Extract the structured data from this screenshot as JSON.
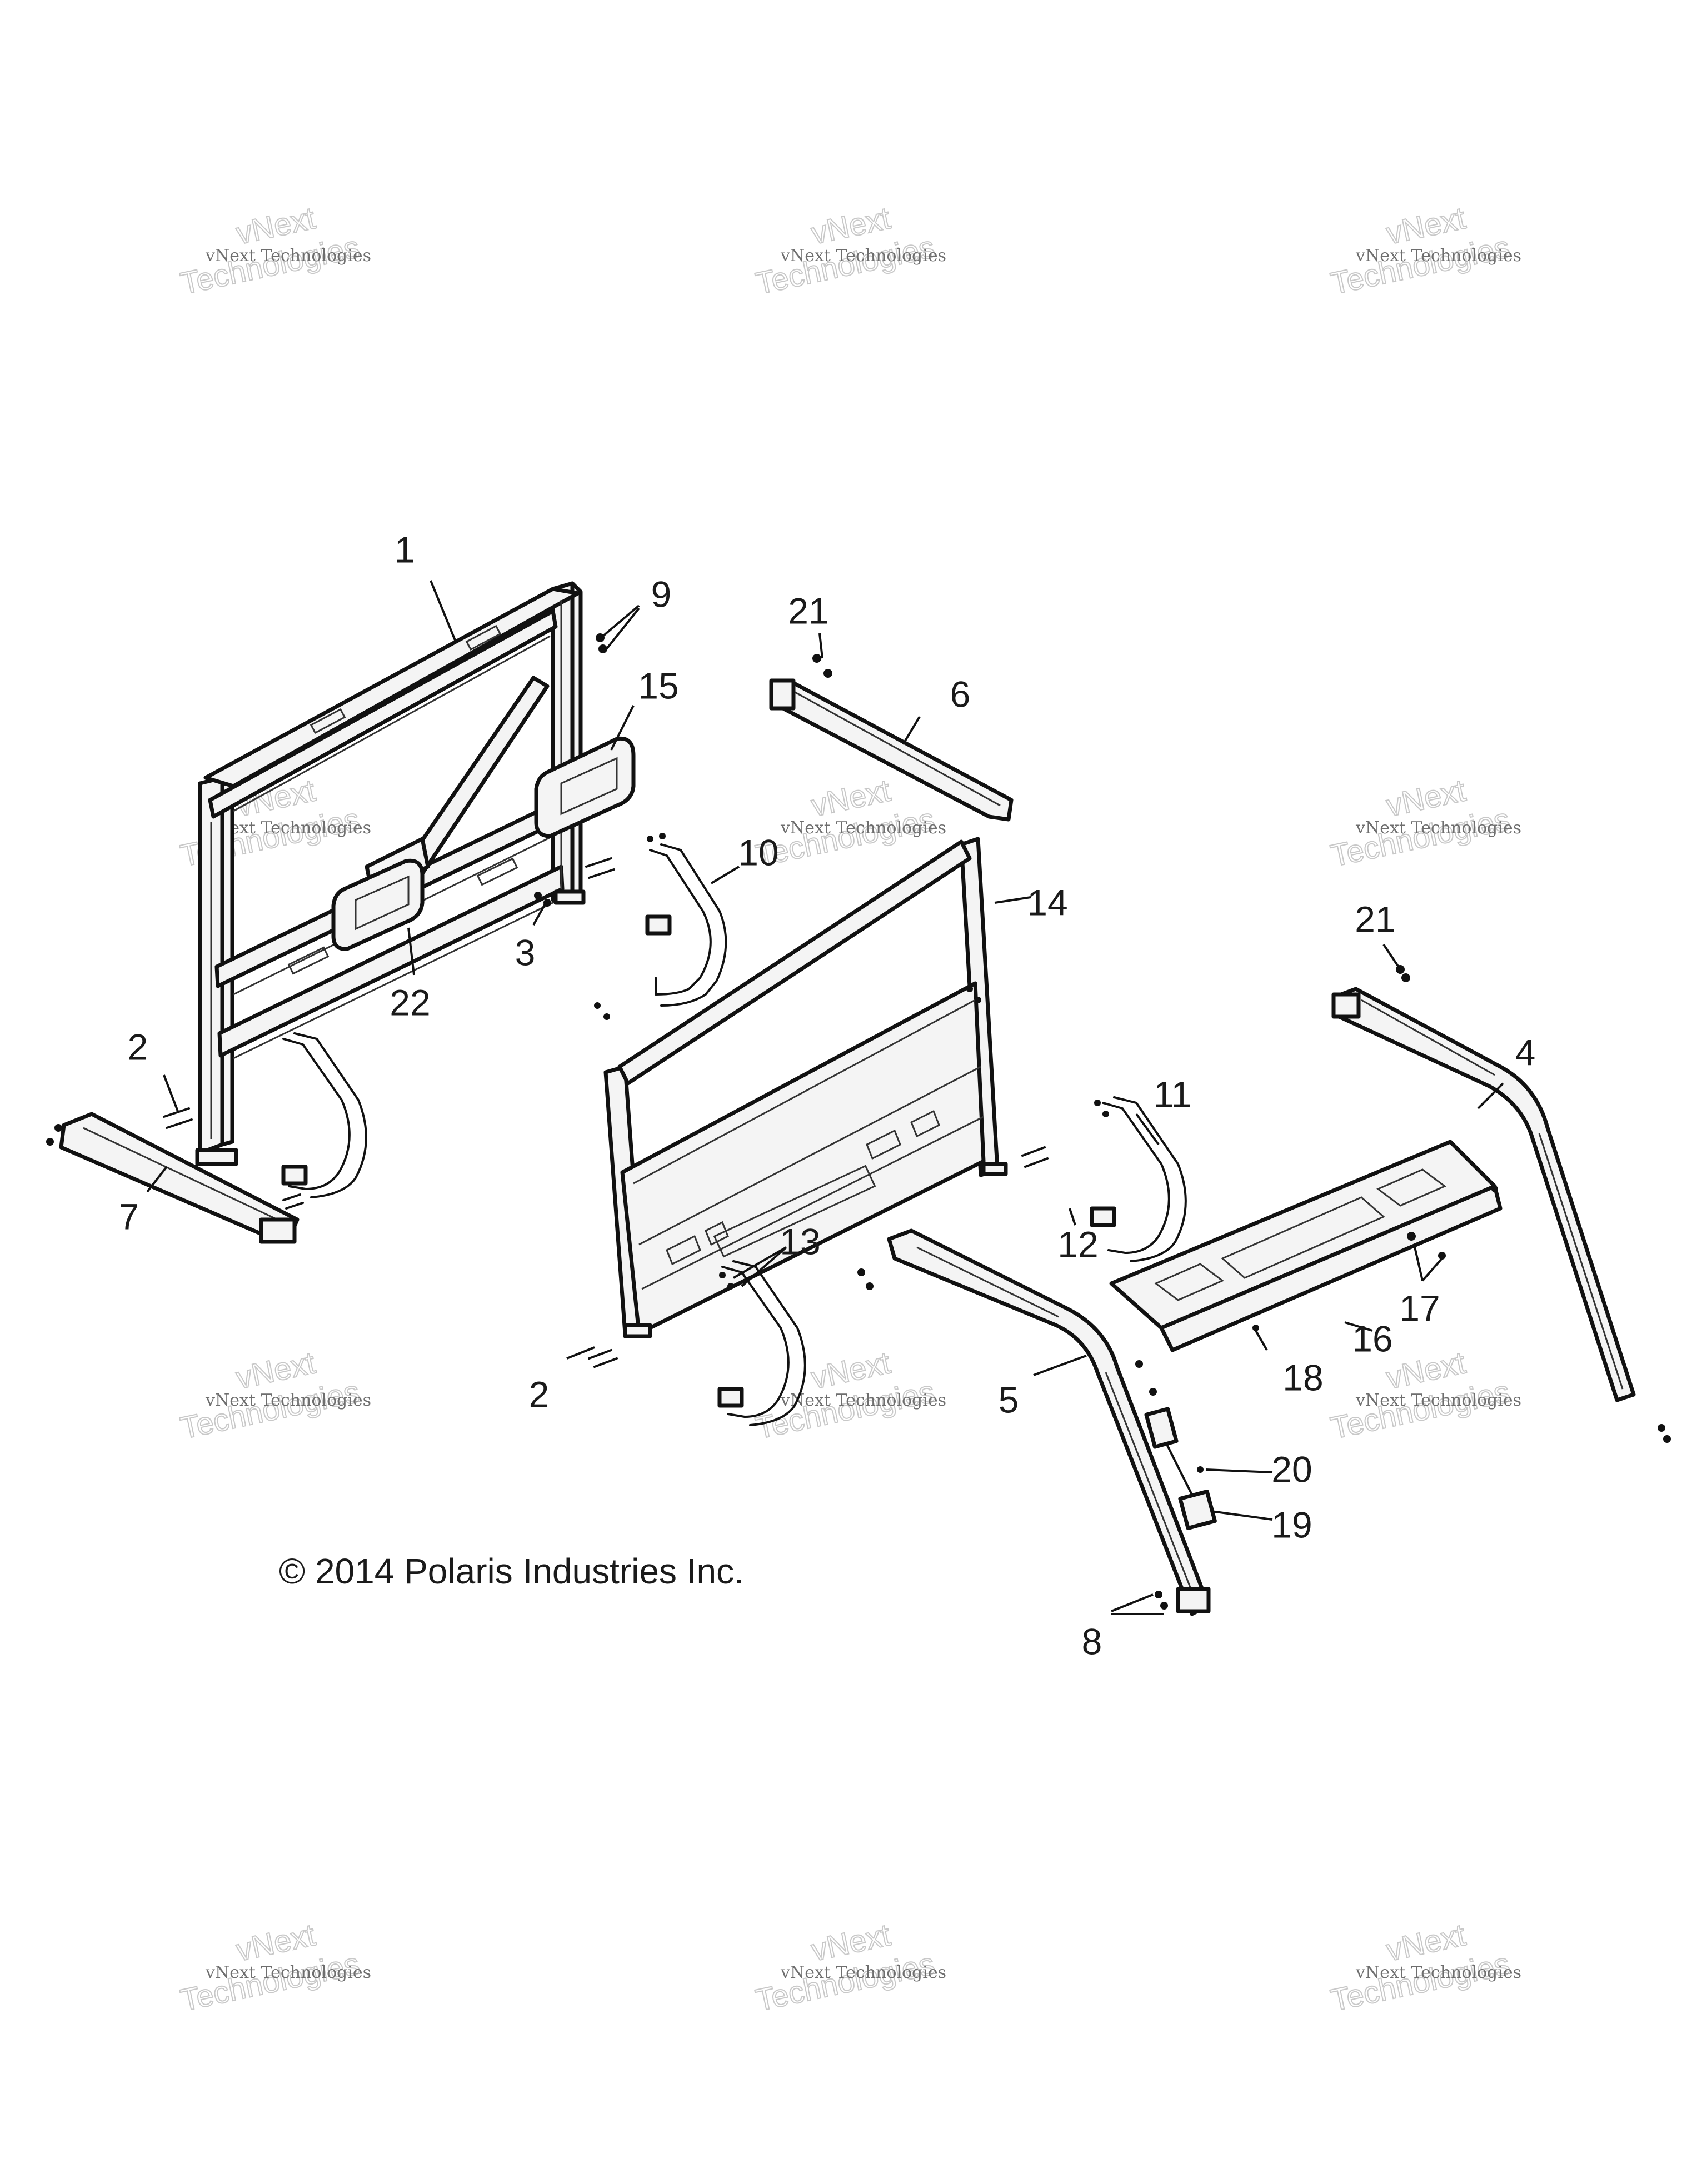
{
  "callouts": [
    {
      "id": "1",
      "label": "1"
    },
    {
      "id": "2a",
      "label": "2"
    },
    {
      "id": "2b",
      "label": "2"
    },
    {
      "id": "3",
      "label": "3"
    },
    {
      "id": "4",
      "label": "4"
    },
    {
      "id": "5",
      "label": "5"
    },
    {
      "id": "6",
      "label": "6"
    },
    {
      "id": "7",
      "label": "7"
    },
    {
      "id": "8",
      "label": "8"
    },
    {
      "id": "9",
      "label": "9"
    },
    {
      "id": "10",
      "label": "10"
    },
    {
      "id": "11",
      "label": "11"
    },
    {
      "id": "12",
      "label": "12"
    },
    {
      "id": "13",
      "label": "13"
    },
    {
      "id": "14",
      "label": "14"
    },
    {
      "id": "15",
      "label": "15"
    },
    {
      "id": "16",
      "label": "16"
    },
    {
      "id": "17",
      "label": "17"
    },
    {
      "id": "18",
      "label": "18"
    },
    {
      "id": "19",
      "label": "19"
    },
    {
      "id": "20",
      "label": "20"
    },
    {
      "id": "21a",
      "label": "21"
    },
    {
      "id": "21b",
      "label": "21"
    },
    {
      "id": "22",
      "label": "22"
    }
  ],
  "copyright": "© 2014 Polaris Industries Inc.",
  "watermark": {
    "line1": "vNext Technologies",
    "line2": "vNext",
    "line3": "Technologies"
  }
}
